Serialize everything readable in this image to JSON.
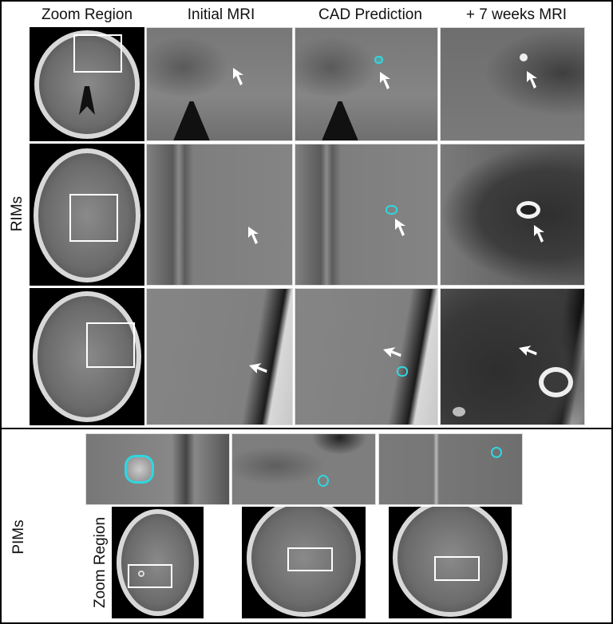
{
  "top_section": {
    "row_group_label": "RIMs",
    "column_headers": [
      "Zoom Region",
      "Initial MRI",
      "CAD Prediction",
      "+ 7 weeks MRI"
    ],
    "rows": [
      {
        "id": "rim-1",
        "zoom_region": "axial T1 brain with ROI box",
        "initial_mri": "arrow marker",
        "cad_prediction": "small cyan contour + arrow",
        "followup_mri": "small enhancing lesion + arrow"
      },
      {
        "id": "rim-2",
        "zoom_region": "axial T1 brain with ROI box",
        "initial_mri": "arrow marker",
        "cad_prediction": "small cyan contour + arrow",
        "followup_mri": "ring-enhancing lesion + arrow"
      },
      {
        "id": "rim-3",
        "zoom_region": "axial T1 brain with ROI box",
        "initial_mri": "arrow marker",
        "cad_prediction": "small cyan contour + arrow",
        "followup_mri": "large ring-enhancing lesion + arrow"
      }
    ]
  },
  "bottom_section": {
    "row_group_label": "PIMs",
    "zoom_region_label": "Zoom Region",
    "panels": [
      {
        "id": "pim-1",
        "cad_contour": "large cyan polygon around lesion"
      },
      {
        "id": "pim-2",
        "cad_contour": "small cyan circle"
      },
      {
        "id": "pim-3",
        "cad_contour": "small cyan circle"
      }
    ]
  },
  "colors": {
    "cad_contour": "#2fd7e0",
    "roi_box": "#ffffff",
    "arrow": "#ffffff",
    "frame": "#000000"
  }
}
